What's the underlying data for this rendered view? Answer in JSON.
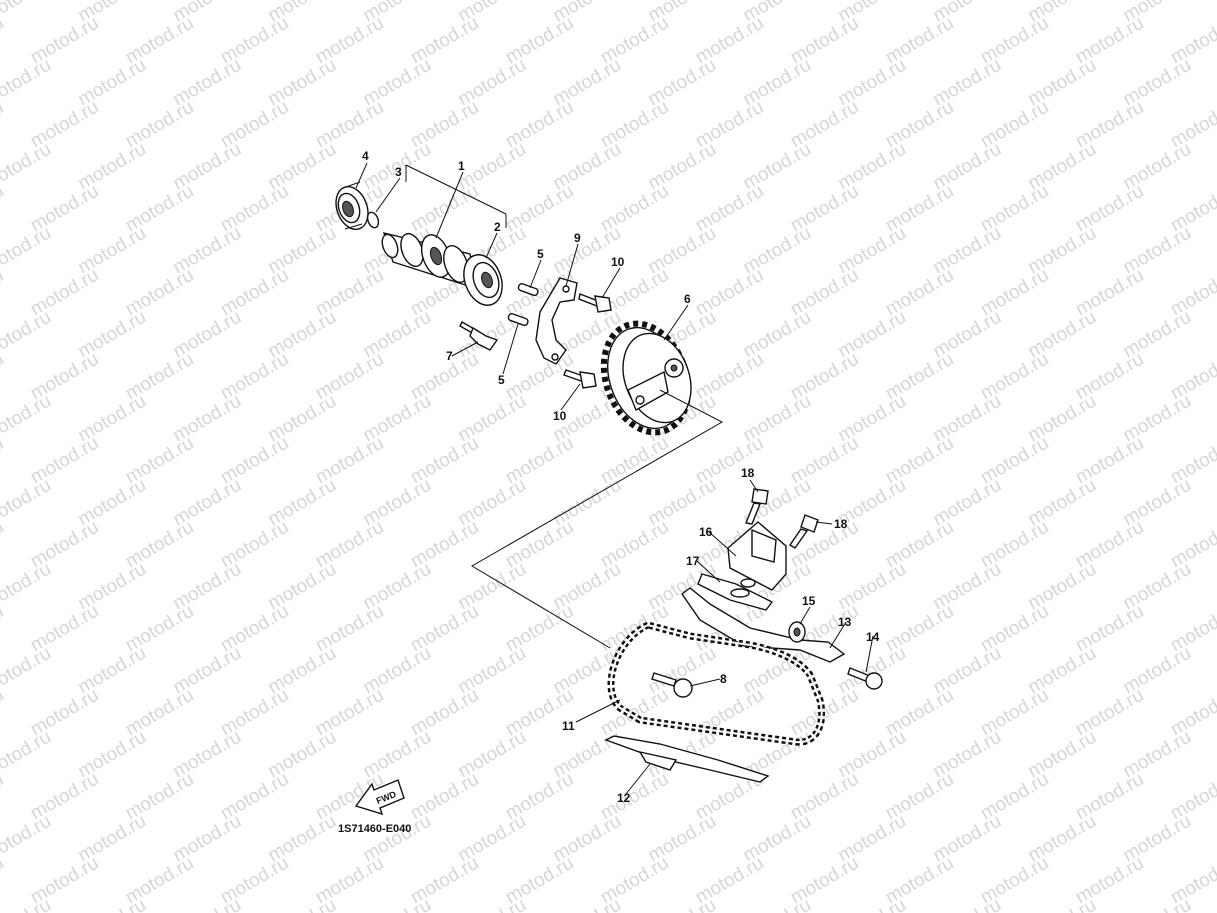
{
  "watermark": {
    "text": "motod.ru",
    "color": "#d6d6d6"
  },
  "callouts": [
    {
      "id": "c4",
      "label": "4"
    },
    {
      "id": "c3",
      "label": "3"
    },
    {
      "id": "c1",
      "label": "1"
    },
    {
      "id": "c2",
      "label": "2"
    },
    {
      "id": "c5a",
      "label": "5"
    },
    {
      "id": "c9",
      "label": "9"
    },
    {
      "id": "c10a",
      "label": "10"
    },
    {
      "id": "c6",
      "label": "6"
    },
    {
      "id": "c7",
      "label": "7"
    },
    {
      "id": "c5b",
      "label": "5"
    },
    {
      "id": "c10b",
      "label": "10"
    },
    {
      "id": "c18a",
      "label": "18"
    },
    {
      "id": "c18b",
      "label": "18"
    },
    {
      "id": "c16",
      "label": "16"
    },
    {
      "id": "c17",
      "label": "17"
    },
    {
      "id": "c15",
      "label": "15"
    },
    {
      "id": "c13",
      "label": "13"
    },
    {
      "id": "c14",
      "label": "14"
    },
    {
      "id": "c8",
      "label": "8"
    },
    {
      "id": "c11",
      "label": "11"
    },
    {
      "id": "c12",
      "label": "12"
    }
  ],
  "fwd_label": "FWD",
  "diagram_code": "1S71460-E040"
}
